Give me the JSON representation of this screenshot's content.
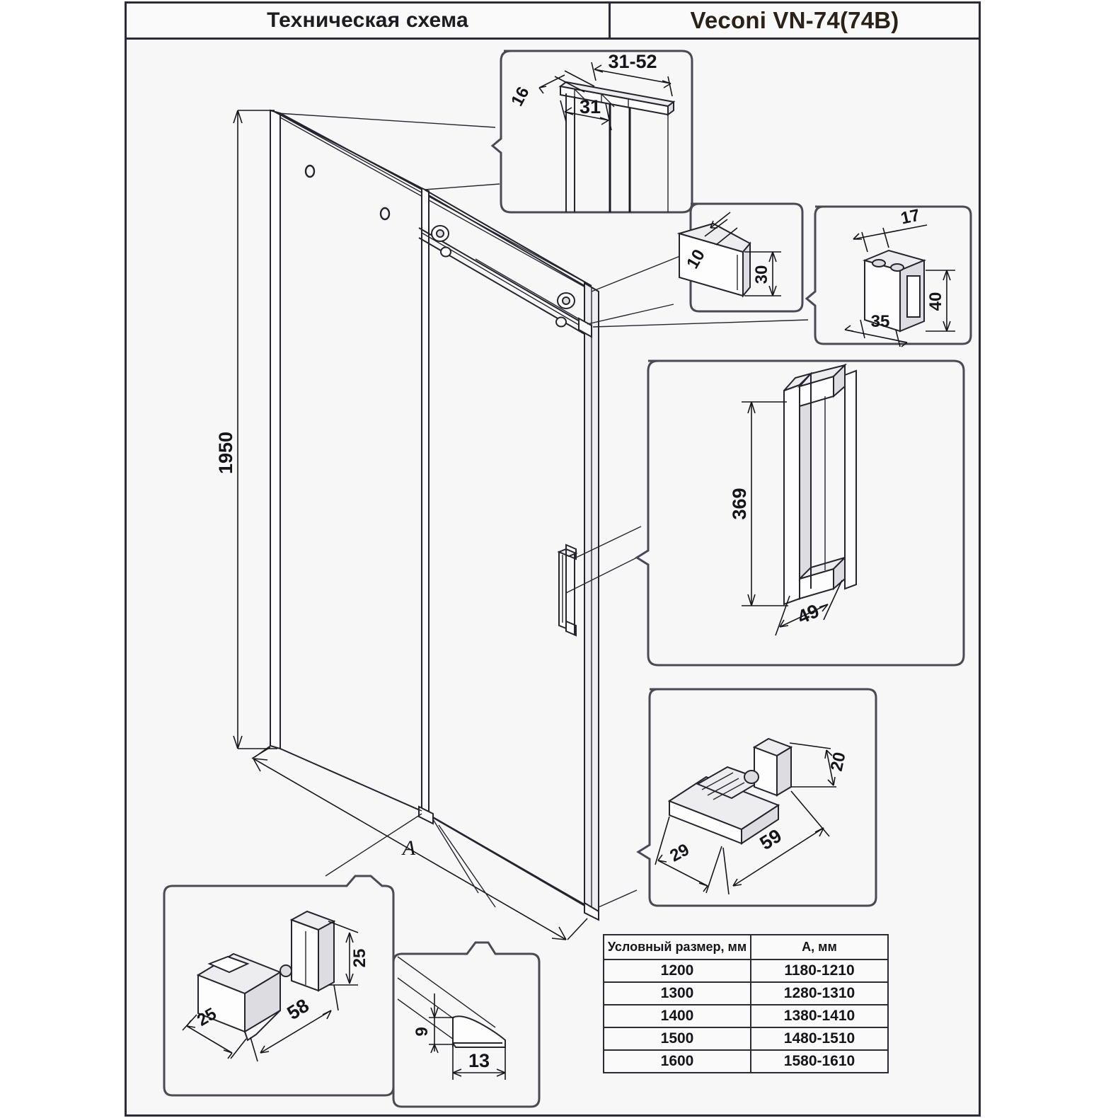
{
  "header": {
    "scheme_title": "Техническая схема",
    "model_title": "Veconi VN-74(74B)"
  },
  "main_drawing": {
    "name": "isometric-shower-enclosure",
    "height_dimension": "1950",
    "width_dimension_label": "A"
  },
  "callouts": {
    "top_profile": {
      "name": "top-rail-profile-detail",
      "dims": {
        "thickness": "16",
        "span": "31-52",
        "inner": "31"
      }
    },
    "bottom_guide": {
      "name": "bottom-guide-detail",
      "dims": {
        "width": "10",
        "height": "30"
      }
    },
    "wall_bracket": {
      "name": "wall-bracket-detail",
      "dims": {
        "depth": "17",
        "height": "40",
        "width": "35"
      }
    },
    "handle": {
      "name": "door-handle-detail",
      "dims": {
        "length": "369",
        "width": "49"
      }
    },
    "roller_stop": {
      "name": "roller-stopper-detail",
      "dims": {
        "height": "20",
        "length": "59",
        "width": "29"
      }
    },
    "bottom_bracket": {
      "name": "bottom-bracket-detail",
      "dims": {
        "height": "25",
        "length": "58",
        "width": "25"
      }
    },
    "seal_profile": {
      "name": "seal-profile-detail",
      "dims": {
        "thickness": "9",
        "width": "13"
      }
    }
  },
  "spec_table": {
    "name": "size-specification-table",
    "headers": [
      "Условный размер, мм",
      "А, мм"
    ],
    "rows": [
      [
        "1200",
        "1180-1210"
      ],
      [
        "1300",
        "1280-1310"
      ],
      [
        "1400",
        "1380-1410"
      ],
      [
        "1500",
        "1480-1510"
      ],
      [
        "1600",
        "1580-1610"
      ]
    ]
  },
  "colors": {
    "frame_stroke": "#2b2b38",
    "line": "#24242e",
    "background": "#f8f7f8",
    "text": "#14141a"
  }
}
